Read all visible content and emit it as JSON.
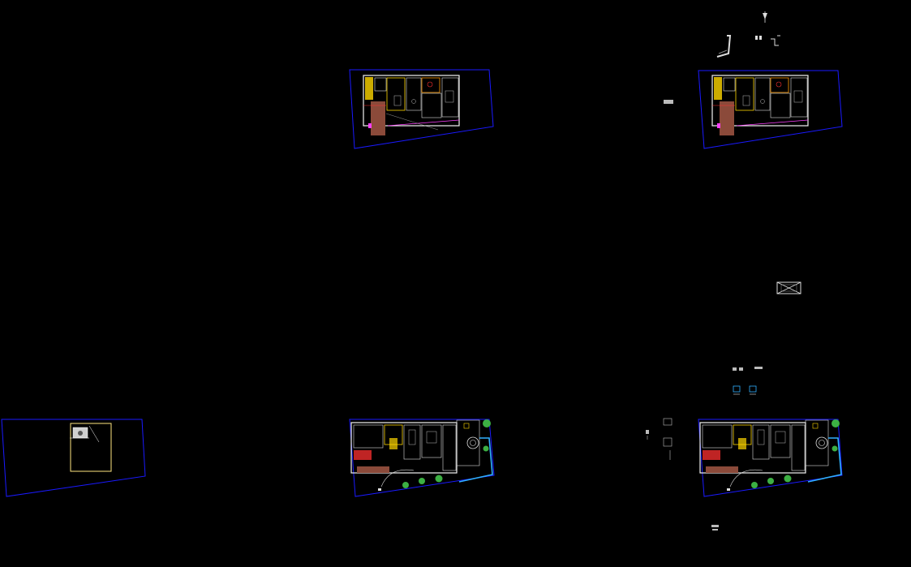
{
  "colors": {
    "background": "#000000",
    "site_boundary": "#1a1aff",
    "wall": "#f2f2f2",
    "accent_yellow": "#ffd700",
    "accent_orange": "#ff9900",
    "accent_red": "#ff3030",
    "accent_magenta": "#ff40ff",
    "accent_cyan": "#30b0ff",
    "tree_green": "#3cb043",
    "paving_brown": "#8b4a3a"
  },
  "drawings": [
    {
      "id": "site-plan-sketch",
      "kind": "site-outline"
    },
    {
      "id": "floor-plan-upper-a",
      "kind": "floor-plan"
    },
    {
      "id": "floor-plan-upper-b",
      "kind": "floor-plan"
    },
    {
      "id": "floor-plan-ground-a",
      "kind": "ground-plan"
    },
    {
      "id": "floor-plan-ground-b",
      "kind": "ground-plan"
    }
  ],
  "detail_blocks": [
    {
      "id": "north-arrow"
    },
    {
      "id": "section-mark"
    },
    {
      "id": "stair-detail"
    },
    {
      "id": "legend-block"
    },
    {
      "id": "box-with-cross"
    },
    {
      "id": "label-row"
    },
    {
      "id": "door-symbols"
    },
    {
      "id": "elevation-marks"
    },
    {
      "id": "scale-note"
    }
  ]
}
